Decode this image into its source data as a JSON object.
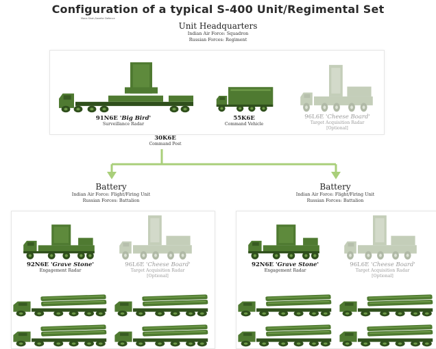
{
  "title": "Configuration of a typical S-400 Unit/Regimental Set",
  "credit": "Mana Shah,Savefor Defence",
  "hq": {
    "heading": "Unit Headquarters",
    "line1": "Indian Air Force: Squadron",
    "line2": "Russian Forces: Regiment"
  },
  "systems": {
    "big_bird": {
      "code": "91N6E",
      "nickname": "'Big Bird'",
      "role": "Surveillance Radar"
    },
    "command_vehicle": {
      "code": "55K6E",
      "role": "Command Vehicle"
    },
    "cheese_board_hq": {
      "code": "96L6E",
      "nickname": "'Cheese Board'",
      "role": "Target Acquisition Radar",
      "note": "[Optional]"
    },
    "command_post": {
      "code": "30K6E",
      "role": "Command Post"
    }
  },
  "batteries": [
    {
      "heading": "Battery",
      "line1": "Indian Air Force: Flight/Firing Unit",
      "line2": "Russian Forces: Battalion",
      "engagement": {
        "code": "92N6E",
        "nickname": "'Grave Stone'",
        "role": "Engagement Radar"
      },
      "acquisition": {
        "code": "96L6E",
        "nickname": "'Cheese Board'",
        "role": "Target Acquisition Radar",
        "note": "[Optional]"
      }
    },
    {
      "heading": "Battery",
      "line1": "Indian Air Force: Flight/Firing Unit",
      "line2": "Russian Forces: Battalion",
      "engagement": {
        "code": "92N6E",
        "nickname": "'Grave Stone'",
        "role": "Engagement Radar"
      },
      "acquisition": {
        "code": "96L6E",
        "nickname": "'Cheese Board'",
        "role": "Target Acquisition Radar",
        "note": "[Optional]"
      }
    }
  ],
  "colors": {
    "vehicle": "#4f7a31",
    "vehicle_dark": "#2f4f1c",
    "vehicle_light": "#6e9a48",
    "faded_vehicle": "#c4ceb9",
    "connector": "#a9cf7a"
  }
}
